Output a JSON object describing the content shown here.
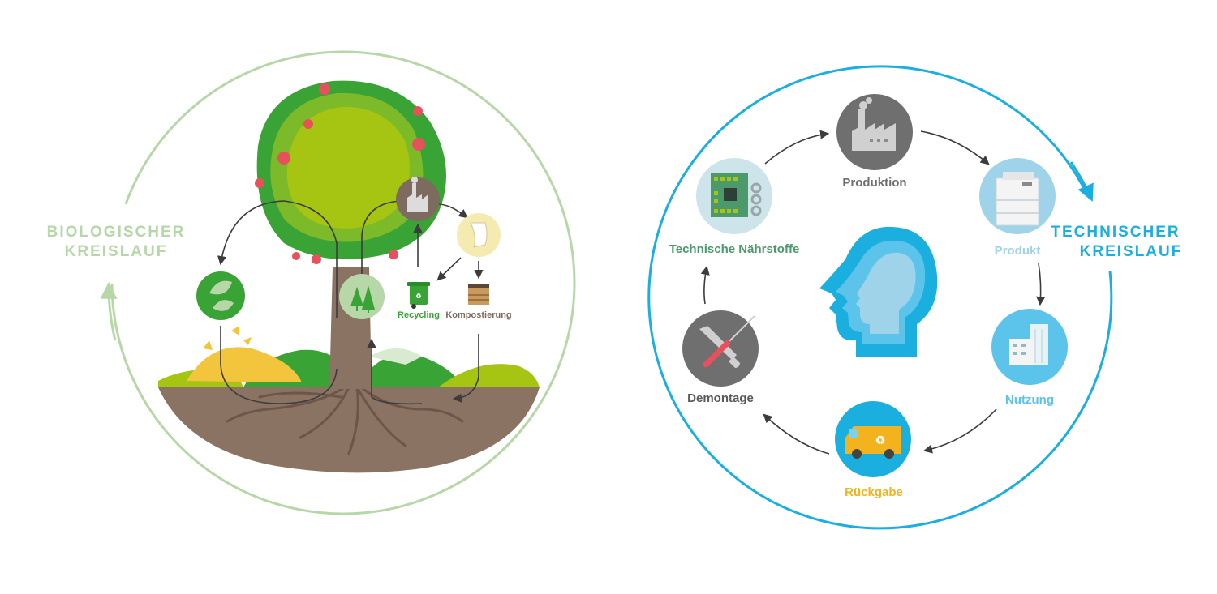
{
  "biological": {
    "title_line1": "BIOLOGISCHER",
    "title_line2": "KREISLAUF",
    "color": "#b7d7a8",
    "labels": {
      "recycling": "Recycling",
      "composting": "Kompostierung"
    },
    "icons": [
      "leaves-icon",
      "forest-icon",
      "factory-icon",
      "paper-icon",
      "recycle-bin-icon",
      "compost-crate-icon"
    ]
  },
  "technical": {
    "title_line1": "TECHNISCHER",
    "title_line2": "KREISLAUF",
    "color": "#1bafe0",
    "nodes": {
      "production": "Produktion",
      "product": "Produkt",
      "usage": "Nutzung",
      "return": "Rückgabe",
      "disassembly": "Demontage",
      "nutrients": "Technische Nährstoffe"
    },
    "icons": [
      "factory-icon",
      "printer-icon",
      "building-icon",
      "delivery-van-icon",
      "tools-icon",
      "circuit-board-icon",
      "human-head-icon"
    ]
  },
  "colors": {
    "bio_green_dark": "#3aa335",
    "bio_green_light": "#a5c512",
    "soil_brown": "#8a7363",
    "gray_node": "#6f6f6f",
    "tech_label_green": "#4c9a6b",
    "product_label": "#9fd3ea",
    "usage_label": "#5cc3ea",
    "return_label": "#f2b31f"
  }
}
